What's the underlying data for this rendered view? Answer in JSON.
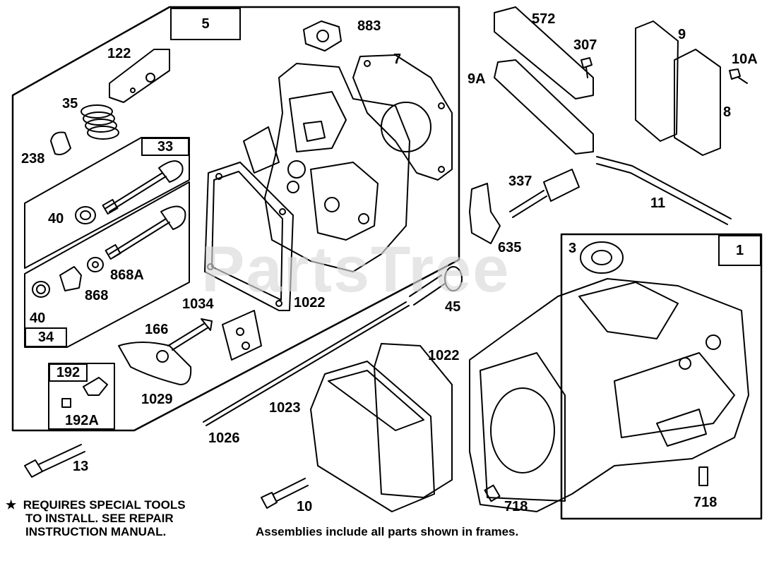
{
  "watermark": "PartsTree",
  "frames": {
    "frame_5": "5",
    "frame_33": "33",
    "frame_34": "34",
    "frame_192": "192",
    "frame_1": "1"
  },
  "labels": {
    "p883": "883",
    "p7": "7",
    "p122": "122",
    "p35": "35",
    "p238": "238",
    "p40a": "40",
    "p868A": "868A",
    "p868": "868",
    "p40b": "40",
    "p1022a": "1022",
    "p1034": "1034",
    "p166": "166",
    "p1029": "1029",
    "p192A": "192A",
    "p13": "13",
    "p572": "572",
    "p307": "307",
    "p9A": "9A",
    "p9": "9",
    "p10A": "10A",
    "p8": "8",
    "p337": "337",
    "p11": "11",
    "p635": "635",
    "p3": "3",
    "p45": "45",
    "p1022b": "1022",
    "p1023": "1023",
    "p1026": "1026",
    "p10": "10",
    "p718a": "718",
    "p718b": "718"
  },
  "note": {
    "star_icon": "star-icon",
    "line1": "REQUIRES SPECIAL TOOLS",
    "line2": "TO INSTALL.  SEE REPAIR",
    "line3": "INSTRUCTION MANUAL."
  },
  "footer_text": "Assemblies include all parts shown in frames."
}
